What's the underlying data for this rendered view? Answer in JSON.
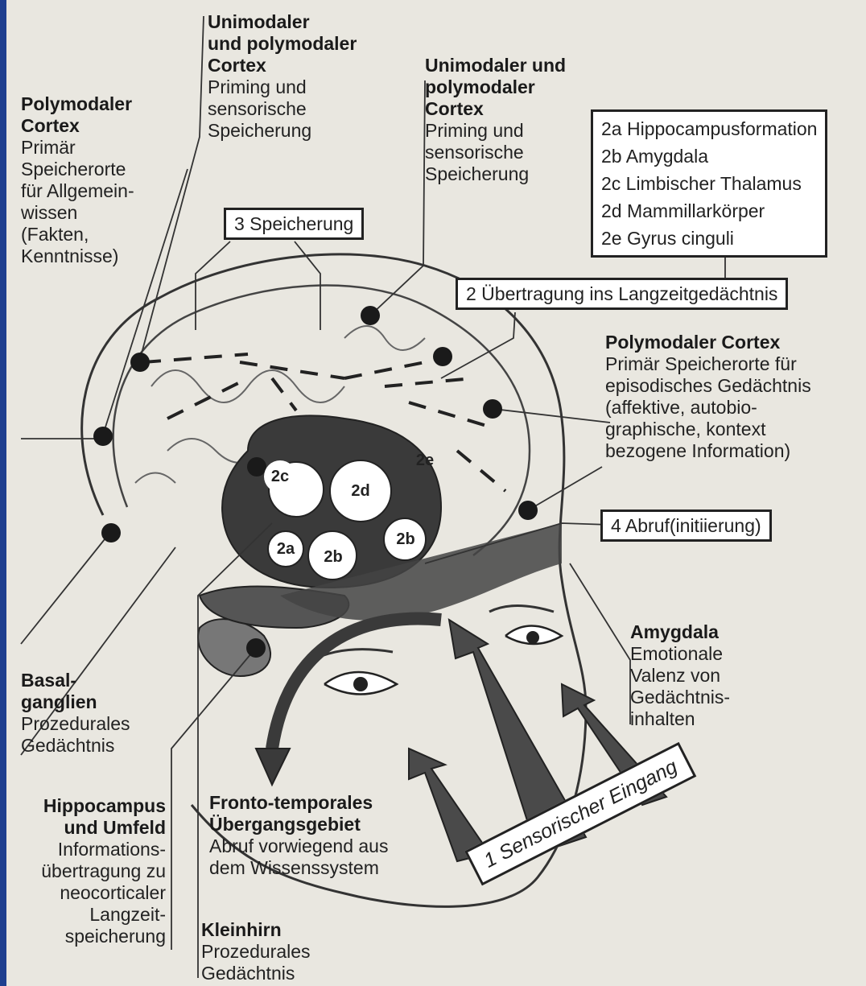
{
  "labels": {
    "top_left_cortex": {
      "title_lines": [
        "Unimodaler",
        "und polymodaler",
        "Cortex"
      ],
      "body_lines": [
        "Priming und",
        "sensorische",
        "Speicherung"
      ]
    },
    "left_polymodal": {
      "title_lines": [
        "Polymodaler",
        "Cortex"
      ],
      "body_lines": [
        "Primär",
        "Speicherorte",
        "für Allgemein-",
        "wissen",
        "(Fakten,",
        "Kenntnisse)"
      ]
    },
    "top_right_cortex": {
      "title_lines": [
        "Unimodaler und",
        "polymodaler",
        "Cortex"
      ],
      "body_lines": [
        "Priming und",
        "sensorische",
        "Speicherung"
      ]
    },
    "right_polymodal": {
      "title_lines": [
        "Polymodaler Cortex"
      ],
      "body_lines": [
        "Primär Speicherorte für",
        "episodisches Gedächtnis",
        "(affektive, autobio-",
        "graphische, kontext",
        "bezogene Information)"
      ]
    },
    "amygdala": {
      "title_lines": [
        "Amygdala"
      ],
      "body_lines": [
        "Emotionale",
        "Valenz von",
        "Gedächtnis-",
        "inhalten"
      ]
    },
    "basal_ganglia": {
      "title_lines": [
        "Basal-",
        "ganglien"
      ],
      "body_lines": [
        "Prozedurales",
        "Gedächtnis"
      ]
    },
    "hippocampus": {
      "title_lines": [
        "Hippocampus",
        "und Umfeld"
      ],
      "body_lines": [
        "Informations-",
        "übertragung zu",
        "neocorticaler",
        "Langzeit-",
        "speicherung"
      ]
    },
    "fronto_temporal": {
      "title_lines": [
        "Fronto-temporales",
        "Übergangsgebiet"
      ],
      "body_lines": [
        "Abruf vorwiegend aus",
        "dem Wissenssystem"
      ]
    },
    "cerebellum": {
      "title_lines": [
        "Kleinhirn"
      ],
      "body_lines": [
        "Prozedurales",
        "Gedächtnis"
      ]
    }
  },
  "boxes": {
    "structures": [
      "2a Hippocampusformation",
      "2b Amygdala",
      "2c Limbischer Thalamus",
      "2d Mammillarkörper",
      "2e Gyrus cinguli"
    ],
    "storage": "3 Speicherung",
    "transfer": "2 Übertragung ins Langzeitgedächtnis",
    "retrieval": "4 Abruf(initiierung)",
    "sensory": "1 Sensorischer Eingang"
  },
  "brain_markers": [
    "2c",
    "2d",
    "2e",
    "2a",
    "2b",
    "2b"
  ],
  "colors": {
    "page": "#e9e7e0",
    "ink": "#222222",
    "frame": "#1f3f8f",
    "shade": "#555555"
  }
}
